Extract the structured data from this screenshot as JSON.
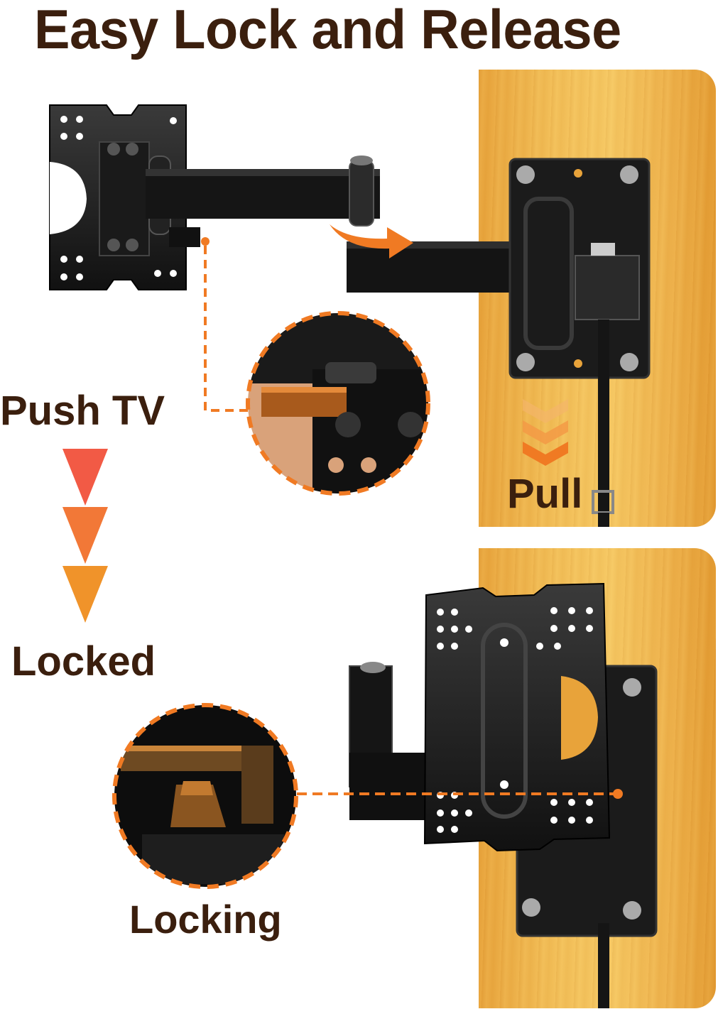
{
  "title": "Easy Lock and Release",
  "labels": {
    "push_tv": "Push TV",
    "locked": "Locked",
    "pull": "Pull",
    "locking": "Locking"
  },
  "colors": {
    "title_text": "#3b1f0e",
    "accent_orange": "#f07a23",
    "arrow_top": "#f25a45",
    "arrow_bottom": "#f0932a",
    "wood": "#f2bd55",
    "mount_black": "#1c1c1c"
  },
  "icons": [
    "rotate-arrow-icon",
    "chevron-down-icon",
    "down-triangle-icon"
  ]
}
